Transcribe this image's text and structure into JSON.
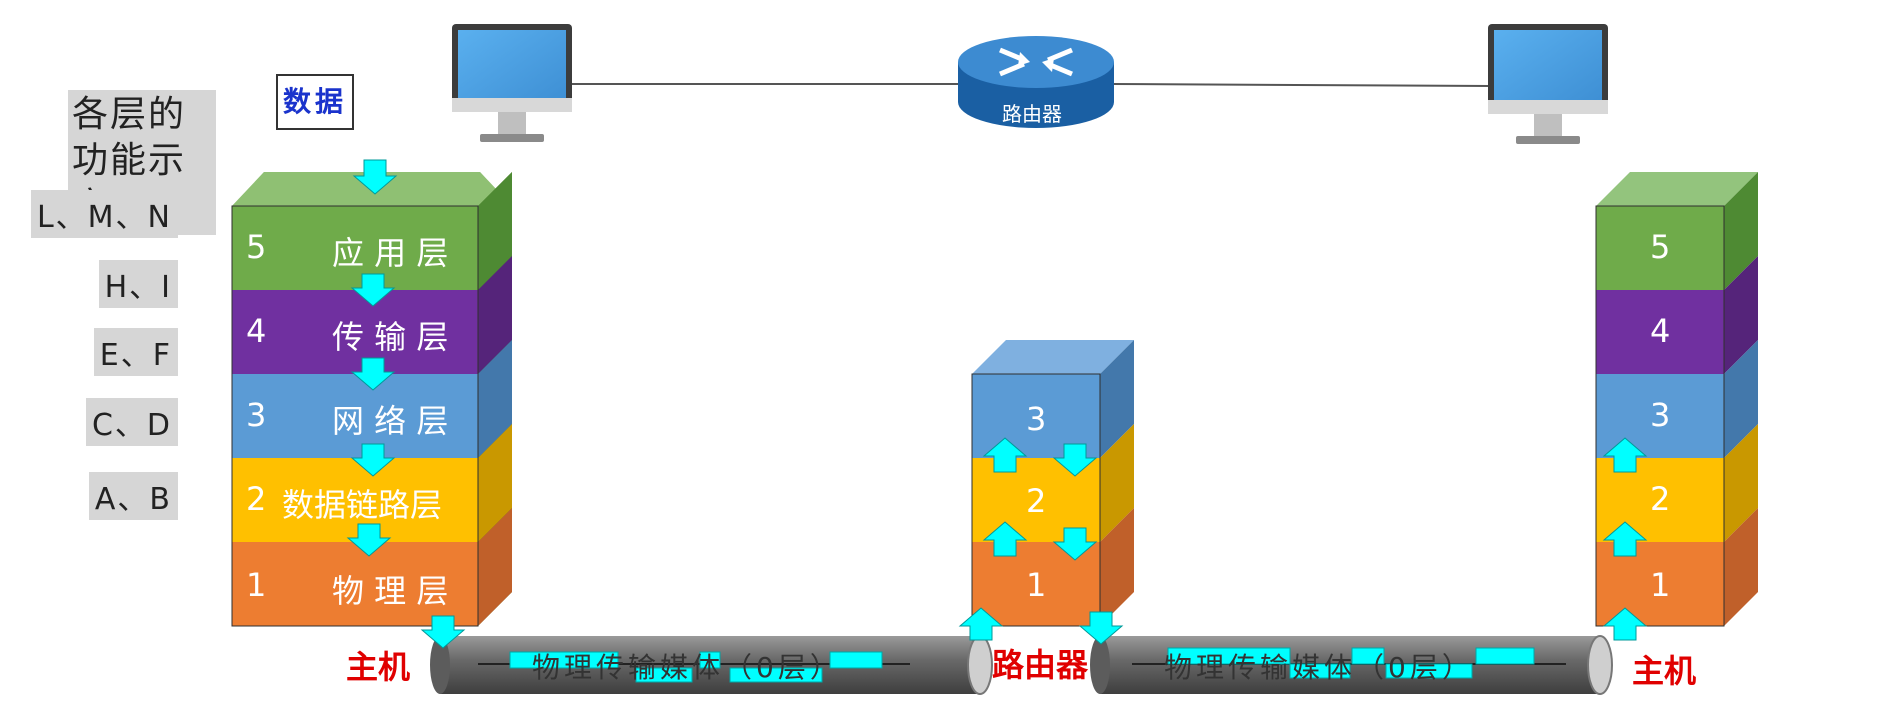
{
  "title": "各层的功能示意",
  "pointer_glyph": "👇",
  "data_box": "数据",
  "router_icon_label": "路由器",
  "side_labels": [
    "L、M、N",
    "H、I",
    "E、F",
    "C、D",
    "A、B"
  ],
  "left_stack": [
    {
      "num": "5",
      "name": "应 用 层"
    },
    {
      "num": "4",
      "name": "传 输 层"
    },
    {
      "num": "3",
      "name": "网 络 层"
    },
    {
      "num": "2",
      "name": "数据链路层"
    },
    {
      "num": "1",
      "name": "物 理 层"
    }
  ],
  "router_stack": [
    "3",
    "2",
    "1"
  ],
  "right_stack": [
    "5",
    "4",
    "3",
    "2",
    "1"
  ],
  "host_left_label": "主机",
  "router_label": "路由器",
  "host_right_label": "主机",
  "medium_left": "物理传输媒体（0层）",
  "medium_right": "物理传输媒体（0层）",
  "colors": {
    "layer5": "#6fab4a",
    "layer4": "#7030a0",
    "layer3": "#5b9bd5",
    "layer2": "#ffc000",
    "layer1": "#ed7d31",
    "arrow": "#00ffff",
    "label_red": "#e00000"
  }
}
